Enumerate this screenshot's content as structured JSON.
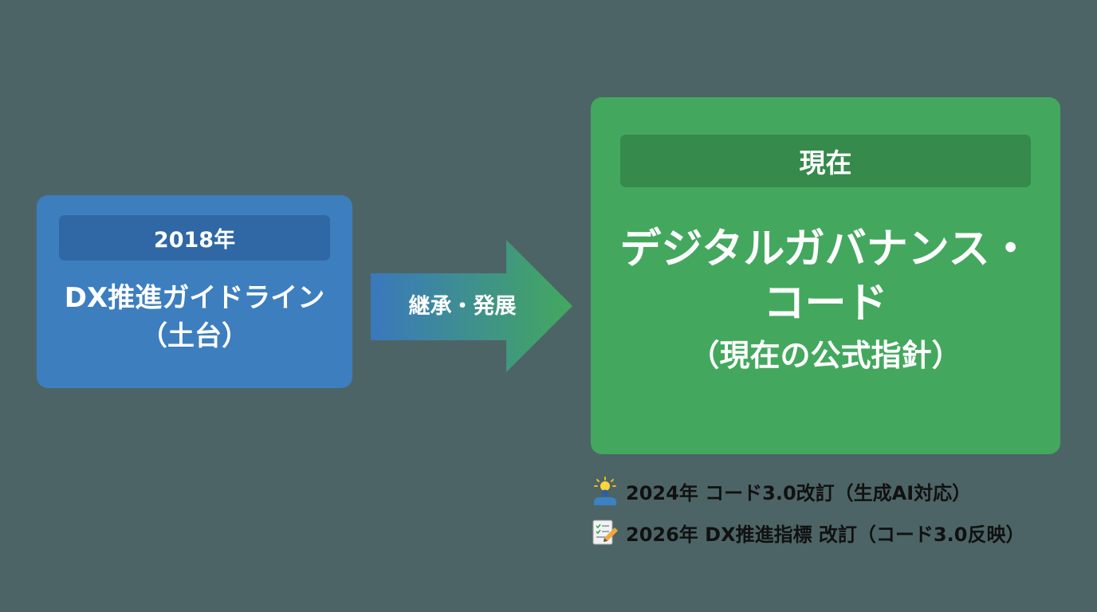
{
  "left_box": {
    "year_label": "2018年",
    "title_line1": "DX推進ガイドライン",
    "title_line2": "（土台）"
  },
  "arrow": {
    "label": "継承・発展"
  },
  "right_box": {
    "label": "現在",
    "title_line1": "デジタルガバナンス・",
    "title_line2": "コード",
    "title_line3": "（現在の公式指針）"
  },
  "notes": [
    {
      "icon": "person-lightbulb-icon",
      "text": "2024年 コード3.0改訂（生成AI対応）"
    },
    {
      "icon": "checklist-pencil-icon",
      "text": "2026年 DX推進指標 改訂（コード3.0反映）"
    }
  ],
  "colors": {
    "background": "#4d6466",
    "left_box": "#3d7ebf",
    "left_label": "#2f68a4",
    "right_box": "#43a85e",
    "right_label": "#358a4c",
    "arrow_start": "#3a78bd",
    "arrow_end": "#43a85e"
  }
}
